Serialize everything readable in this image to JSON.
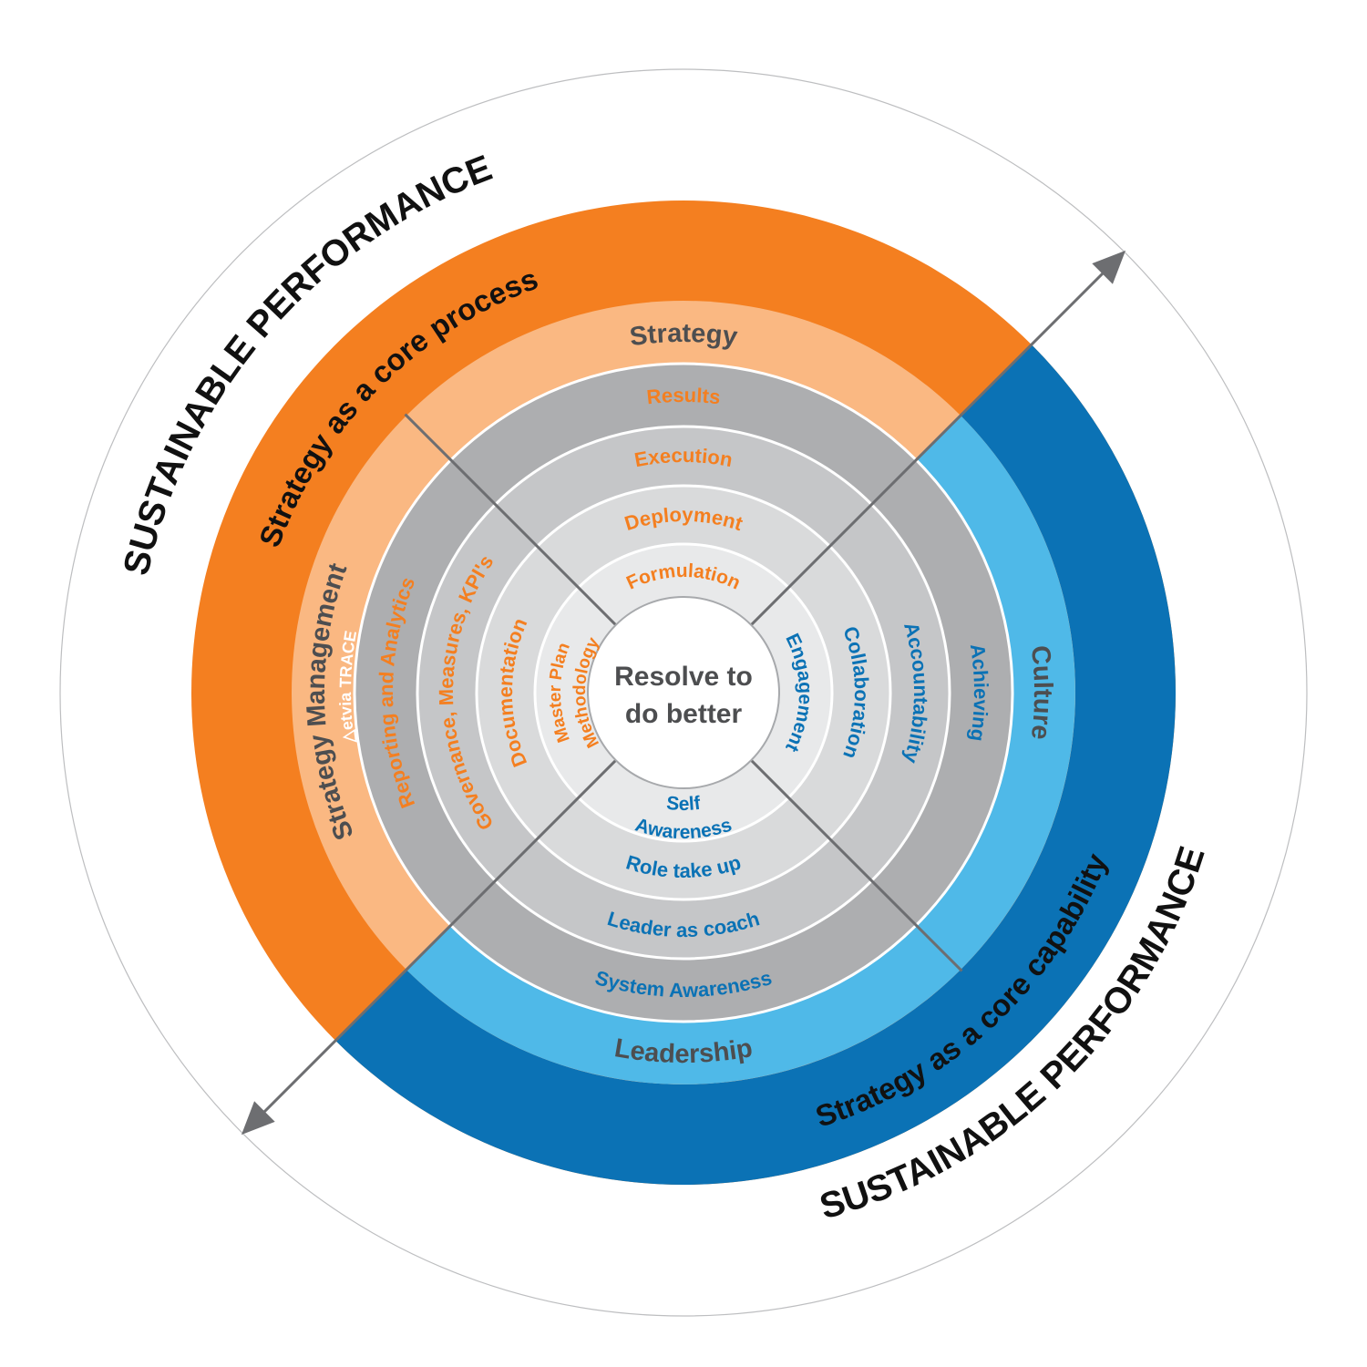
{
  "center": {
    "line1": "Resolve to",
    "line2": "do better"
  },
  "outer_labels": {
    "top_left": "SUSTAINABLE PERFORMANCE",
    "bottom_right": "SUSTAINABLE PERFORMANCE"
  },
  "band_labels": {
    "process": "Strategy as a core process",
    "capability": "Strategy as a core capability"
  },
  "pillars": {
    "top": "Strategy",
    "right": "Culture",
    "bottom": "Leadership",
    "left": "Strategy Management",
    "left_logo": "etvia TRACE"
  },
  "rings": {
    "ring1": {
      "top": "Results",
      "right": "Achieving",
      "bottom": "System Awareness",
      "left": "Reporting and Analytics"
    },
    "ring2": {
      "top": "Execution",
      "right": "Accountability",
      "bottom": "Leader as coach",
      "left": "Governance, Measures, KPI's"
    },
    "ring3": {
      "top": "Deployment",
      "right": "Collaboration",
      "bottom": "Role take up",
      "left": "Documentation"
    },
    "ring4": {
      "top": "Formulation",
      "right": "Engagement",
      "bottom_line1": "Self",
      "bottom_line2": "Awareness",
      "left_line1": "Master Plan",
      "left_line2": "Methodology"
    }
  },
  "colors": {
    "orange": "#F47F20",
    "light_orange": "#FAB882",
    "blue": "#0B72B5",
    "light_blue": "#4FB9E8",
    "gray1": "#ADAEB0",
    "gray2": "#C5C6C8",
    "gray3": "#D9DADB",
    "gray4": "#E8E9EA",
    "text_dark": "#4D4E50"
  }
}
